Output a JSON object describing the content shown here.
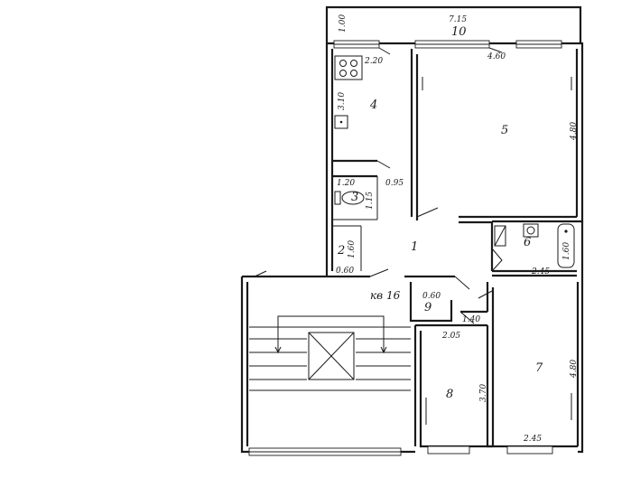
{
  "plan": {
    "apartment_label": "кв 16",
    "rooms": [
      {
        "no": "1",
        "dims": []
      },
      {
        "no": "2",
        "dims": [
          "1.60",
          "0.60"
        ]
      },
      {
        "no": "3",
        "dims": [
          "1.20",
          "1.15"
        ]
      },
      {
        "no": "4",
        "dims": [
          "2.20",
          "3.10"
        ]
      },
      {
        "no": "5",
        "dims": [
          "4.60",
          "4.80"
        ]
      },
      {
        "no": "6",
        "dims": [
          "2.45",
          "1.60"
        ]
      },
      {
        "no": "7",
        "dims": [
          "2.45",
          "4.80"
        ]
      },
      {
        "no": "8",
        "dims": [
          "2.05",
          "3.70"
        ]
      },
      {
        "no": "9",
        "dims": [
          "0.60",
          "1.40"
        ]
      },
      {
        "no": "10",
        "dims": [
          "7.15",
          "1.00"
        ]
      }
    ],
    "other_dims": [
      "0.95"
    ]
  }
}
